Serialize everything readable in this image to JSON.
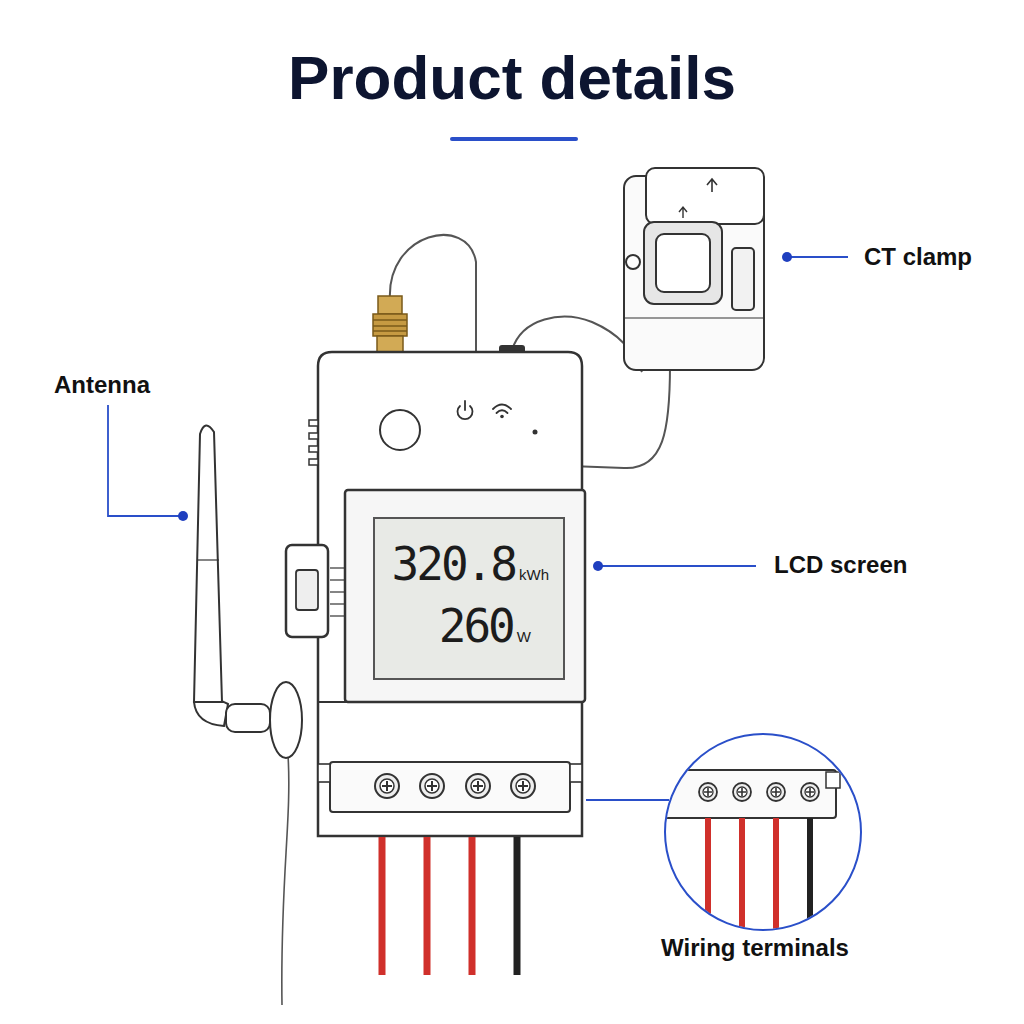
{
  "diagram": {
    "title": "Product details",
    "nodes": [
      {
        "text": [
          "320.8",
          "kWh",
          "260",
          "W"
        ]
      }
    ],
    "labels": [
      "Antenna",
      "CT clamp",
      "LCD screen",
      "Wiring terminals"
    ]
  }
}
